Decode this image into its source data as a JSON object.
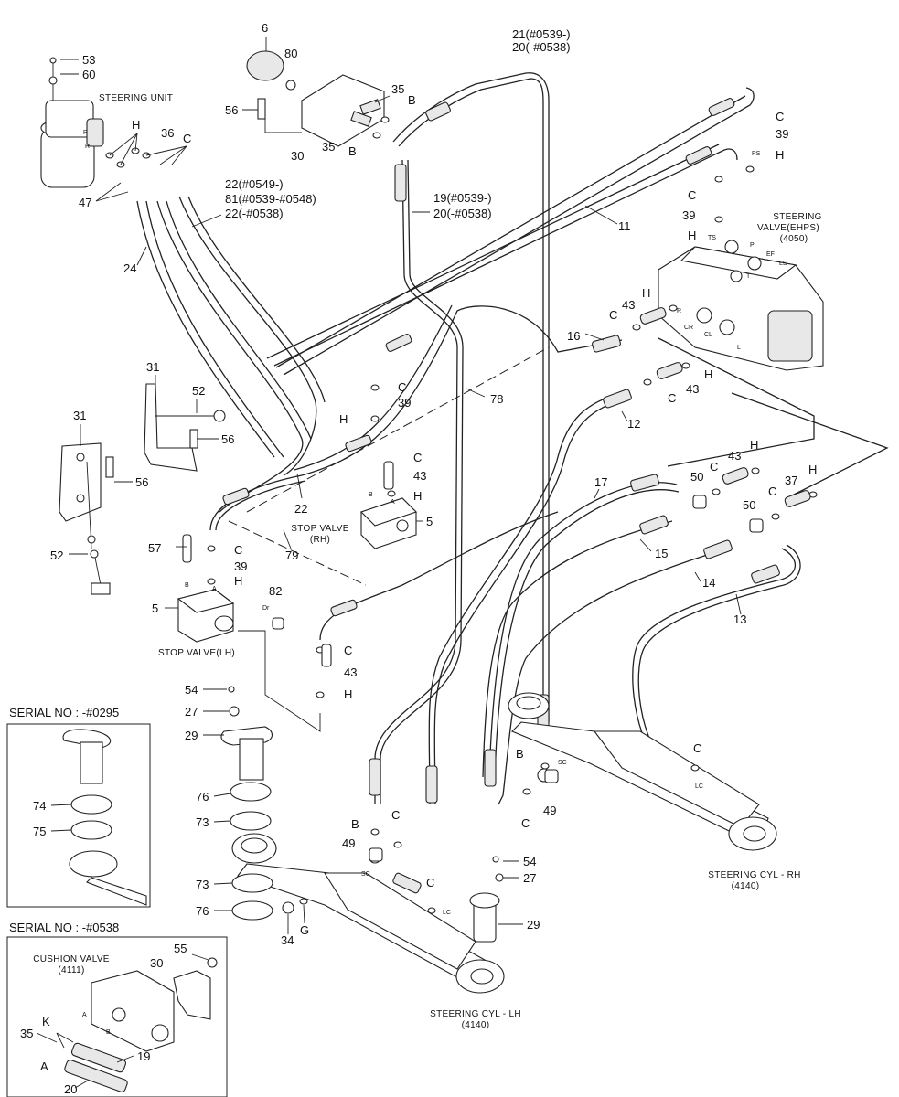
{
  "components": {
    "steering_unit": "STEERING UNIT",
    "steering_valve": [
      "STEERING",
      "VALVE(EHPS)",
      "(4050)"
    ],
    "stop_valve_rh": [
      "STOP VALVE",
      "(RH)"
    ],
    "stop_valve_lh": "STOP VALVE(LH)",
    "steering_cyl_rh": [
      "STEERING CYL - RH",
      "(4140)"
    ],
    "steering_cyl_lh": [
      "STEERING CYL - LH",
      "(4140)"
    ]
  },
  "hose_labels": {
    "h21_20": [
      "21(#0539-)",
      "20(-#0538)"
    ],
    "h19_20": [
      "19(#0539-)",
      "20(-#0538)"
    ],
    "h22_81": [
      "22(#0549-)",
      "81(#0539-#0548)",
      "22(-#0538)"
    ]
  },
  "port_labels": {
    "ps": "PS",
    "ts": "TS",
    "p": "P",
    "ef": "EF",
    "ls": "LS",
    "t": "T",
    "r": "R",
    "cr": "CR",
    "cl": "CL",
    "l": "L",
    "b": "B",
    "a": "A",
    "dr": "Dr",
    "sc": "SC",
    "lc": "LC",
    "p_unit": "P",
    "r_unit": "R"
  },
  "callouts": {
    "n6": "6",
    "n80": "80",
    "n35": "35",
    "n56": "56",
    "n30": "30",
    "n53": "53",
    "n60": "60",
    "n36": "36",
    "n47": "47",
    "n24": "24",
    "n11": "11",
    "n31": "31",
    "n52": "52",
    "n22": "22",
    "n78": "78",
    "n79": "79",
    "n16": "16",
    "n12": "12",
    "n17": "17",
    "n15": "15",
    "n14": "14",
    "n13": "13",
    "n5": "5",
    "n57": "57",
    "n82": "82",
    "n43": "43",
    "n39": "39",
    "n50": "50",
    "n37": "37",
    "n54": "54",
    "n27": "27",
    "n29": "29",
    "n76": "76",
    "n73": "73",
    "n34": "34",
    "n49": "49",
    "n55": "55",
    "n74": "74",
    "n75": "75",
    "n19": "19",
    "n20": "20",
    "c": "C",
    "h": "H",
    "b": "B",
    "g": "G",
    "k": "K",
    "a": "A"
  },
  "insets": {
    "serial_0295": "SERIAL NO : -#0295",
    "serial_0538": "SERIAL NO : -#0538",
    "cushion_valve": [
      "CUSHION VALVE",
      "(4111)"
    ]
  }
}
